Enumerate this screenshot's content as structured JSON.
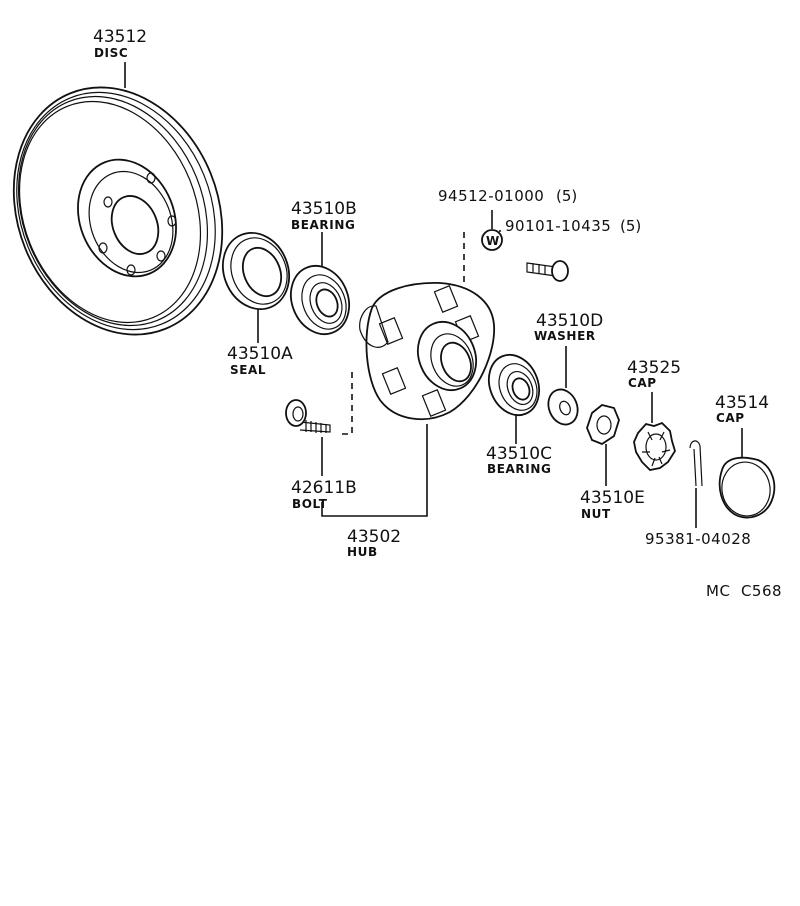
{
  "parts": {
    "disc": {
      "number": "43512",
      "name": "DISC"
    },
    "seal": {
      "number": "43510A",
      "name": "SEAL"
    },
    "bearing_inner": {
      "number": "43510B",
      "name": "BEARING"
    },
    "plug": {
      "number": "94512-01000",
      "qty": "(5)"
    },
    "screw": {
      "number": "90101-10435",
      "qty": "(5)"
    },
    "bolt": {
      "number": "42611B",
      "name": "BOLT"
    },
    "hub": {
      "number": "43502",
      "name": "HUB"
    },
    "bearing_outer": {
      "number": "43510C",
      "name": "BEARING"
    },
    "washer": {
      "number": "43510D",
      "name": "WASHER"
    },
    "nut": {
      "number": "43510E",
      "name": "NUT"
    },
    "nut_cap": {
      "number": "43525",
      "name": "CAP"
    },
    "grease_cap": {
      "number": "43514",
      "name": "CAP"
    },
    "cotter_pin": {
      "number": "95381-04028"
    }
  },
  "plug_symbol": "W",
  "drawing_code": "MC  C568"
}
